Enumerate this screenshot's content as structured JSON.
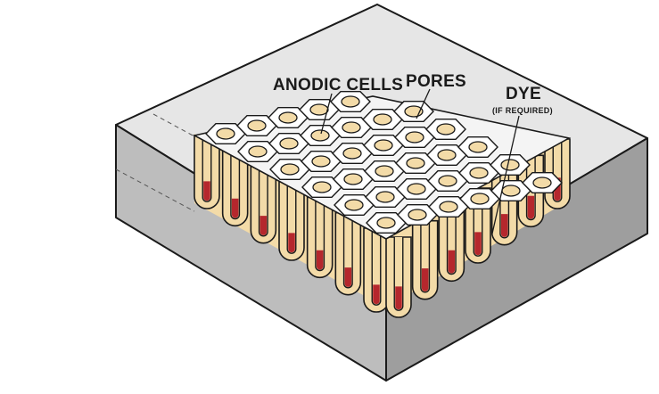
{
  "labels": {
    "anodic_cells": "ANODIC CELLS",
    "pores": "PORES",
    "dye": "DYE",
    "dye_note": "(IF REQUIRED)"
  },
  "colors": {
    "cell_wall": "#f3dba8",
    "cell_top": "#ffffff",
    "pore_fill": "#f3dba8",
    "dye": "#b5272d",
    "substrate_top": "#e6e6e6",
    "substrate_left": "#b8b8b8",
    "substrate_right": "#9c9c9c",
    "outline": "#1a1a1a"
  }
}
